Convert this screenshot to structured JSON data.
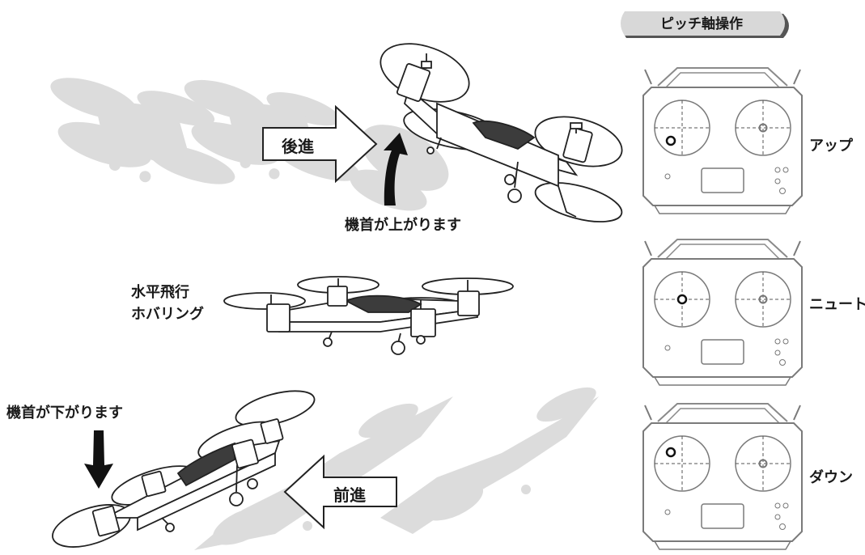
{
  "title": "ピッチ軸操作",
  "labels": {
    "backward": "後進",
    "nose_up": "機首が上がります",
    "level_flight_line1": "水平飛行",
    "level_flight_line2": "ホバリング",
    "nose_down": "機首が下がります",
    "forward": "前進"
  },
  "stick_states": [
    {
      "name": "up",
      "label": "アップ"
    },
    {
      "name": "neutral",
      "label": "ニュートラル"
    },
    {
      "name": "down",
      "label": "ダウン"
    }
  ],
  "colors": {
    "shadow": "#d9d9d9",
    "outline": "#222222",
    "canopy": "#3c3c3c",
    "pill": "#d8d8d8",
    "arrow": "#111111"
  }
}
